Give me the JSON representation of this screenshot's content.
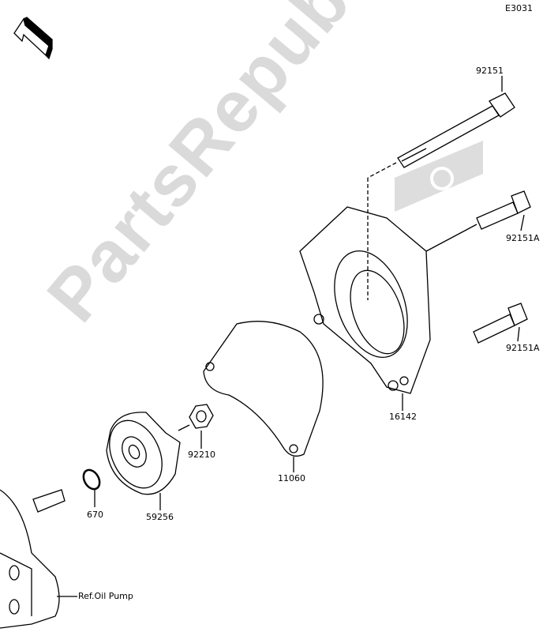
{
  "diagram_code": "E3031",
  "front_arrow": "FRONT",
  "watermark": "PartsRepublik",
  "parts": {
    "bolt_long": "92151",
    "bolt_upper": "92151A",
    "bolt_lower": "92151A",
    "housing": "16142",
    "gasket": "11060",
    "nut": "92210",
    "cap": "59256",
    "o_ring": "670",
    "ref_oil_pump": "Ref.Oil Pump"
  },
  "colors": {
    "line": "#000000",
    "watermark": "#d4d4d4"
  }
}
